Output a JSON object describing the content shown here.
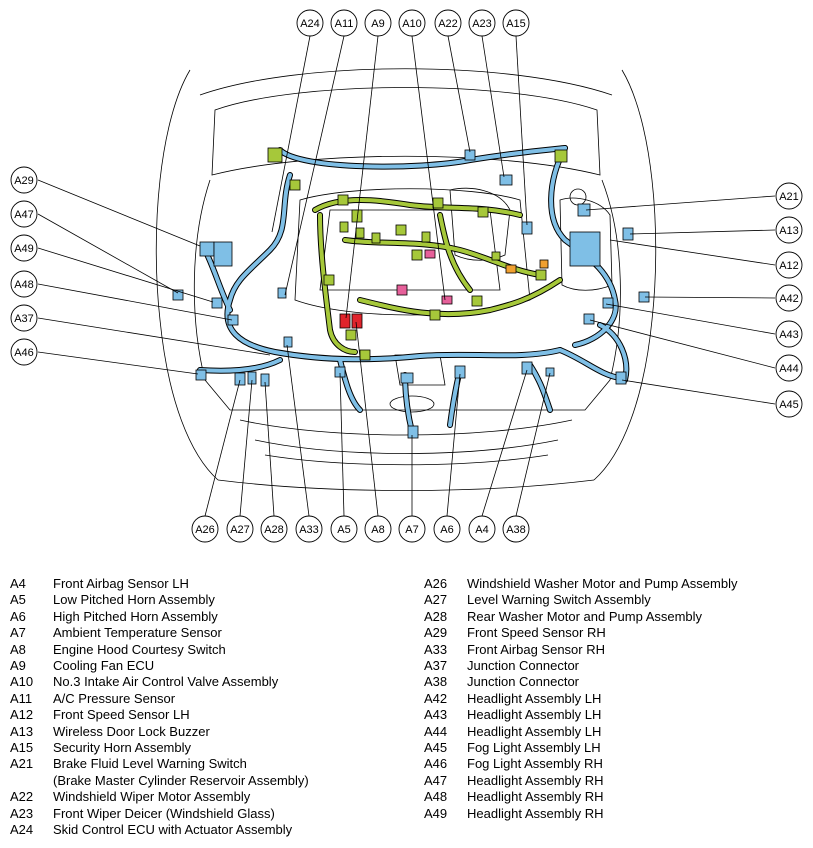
{
  "colors": {
    "harness_blue": "#7fbfe6",
    "harness_green": "#a6c83a",
    "connector_red": "#e0242c",
    "connector_pink": "#e6609a",
    "connector_orange": "#f0a030",
    "outline": "#000000"
  },
  "callouts_top": [
    "A24",
    "A11",
    "A9",
    "A10",
    "A22",
    "A23",
    "A15"
  ],
  "callouts_left": [
    "A29",
    "A47",
    "A49",
    "A48",
    "A37",
    "A46"
  ],
  "callouts_right": [
    "A21",
    "A13",
    "A12",
    "A42",
    "A43",
    "A44",
    "A45"
  ],
  "callouts_bottom": [
    "A26",
    "A27",
    "A28",
    "A33",
    "A5",
    "A8",
    "A7",
    "A6",
    "A4",
    "A38"
  ],
  "legend_left": [
    {
      "code": "A4",
      "label": "Front Airbag Sensor LH"
    },
    {
      "code": "A5",
      "label": "Low Pitched Horn Assembly"
    },
    {
      "code": "A6",
      "label": "High Pitched Horn Assembly"
    },
    {
      "code": "A7",
      "label": "Ambient Temperature Sensor"
    },
    {
      "code": "A8",
      "label": "Engine Hood Courtesy Switch"
    },
    {
      "code": "A9",
      "label": "Cooling Fan ECU"
    },
    {
      "code": "A10",
      "label": "No.3 Intake Air Control Valve Assembly"
    },
    {
      "code": "A11",
      "label": "A/C Pressure Sensor"
    },
    {
      "code": "A12",
      "label": "Front Speed Sensor LH"
    },
    {
      "code": "A13",
      "label": "Wireless Door Lock Buzzer"
    },
    {
      "code": "A15",
      "label": "Security Horn Assembly"
    },
    {
      "code": "A21",
      "label": "Brake Fluid Level Warning Switch"
    },
    {
      "code": "",
      "label": "(Brake Master Cylinder Reservoir Assembly)"
    },
    {
      "code": "A22",
      "label": "Windshield Wiper Motor Assembly"
    },
    {
      "code": "A23",
      "label": "Front Wiper Deicer (Windshield Glass)"
    },
    {
      "code": "A24",
      "label": "Skid Control ECU with Actuator Assembly"
    }
  ],
  "legend_right": [
    {
      "code": "A26",
      "label": "Windshield Washer Motor and Pump Assembly"
    },
    {
      "code": "A27",
      "label": "Level Warning Switch Assembly"
    },
    {
      "code": "A28",
      "label": "Rear Washer Motor and Pump Assembly"
    },
    {
      "code": "A29",
      "label": "Front Speed Sensor RH"
    },
    {
      "code": "A33",
      "label": "Front Airbag Sensor RH"
    },
    {
      "code": "A37",
      "label": "Junction Connector"
    },
    {
      "code": "A38",
      "label": "Junction Connector"
    },
    {
      "code": "A42",
      "label": "Headlight Assembly LH"
    },
    {
      "code": "A43",
      "label": "Headlight Assembly LH"
    },
    {
      "code": "A44",
      "label": "Headlight Assembly LH"
    },
    {
      "code": "A45",
      "label": "Fog Light Assembly LH"
    },
    {
      "code": "A46",
      "label": "Fog Light Assembly RH"
    },
    {
      "code": "A47",
      "label": "Headlight Assembly RH"
    },
    {
      "code": "A48",
      "label": "Headlight Assembly RH"
    },
    {
      "code": "A49",
      "label": "Headlight Assembly RH"
    }
  ]
}
